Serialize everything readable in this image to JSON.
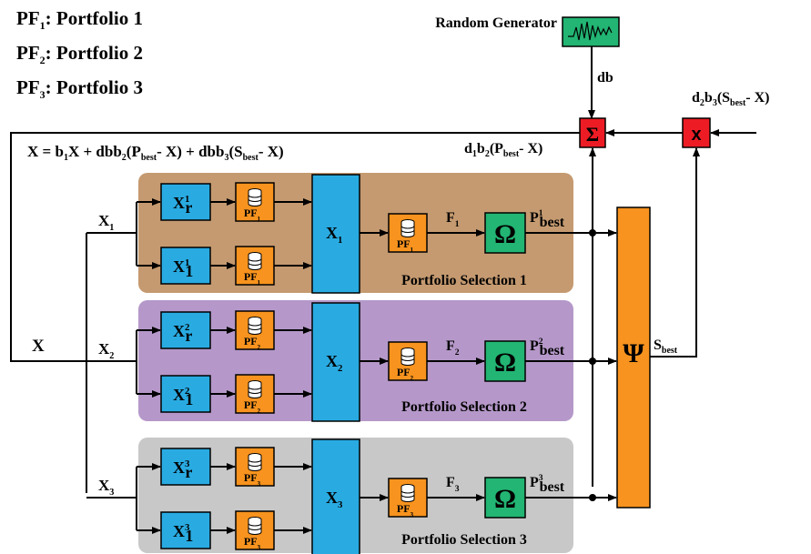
{
  "legend": [
    {
      "sym": "PF",
      "sub": "1",
      "text": ": Portfolio 1"
    },
    {
      "sym": "PF",
      "sub": "2",
      "text": ": Portfolio 2"
    },
    {
      "sym": "PF",
      "sub": "3",
      "text": ": Portfolio 3"
    }
  ],
  "generator": {
    "label": "Random Generator",
    "output": "db"
  },
  "operators": {
    "sum": "Σ",
    "mult": "x",
    "psi": "Ψ",
    "omega": "Ω"
  },
  "update_equation": {
    "lhs": "X = ",
    "b1": "b",
    "b1_sub": "1",
    "x1": "X + db",
    "b2_sub": "2",
    "p_open": "(P",
    "p_sub": "best",
    "p_close": "- X) + db",
    "b3_sub": "3",
    "s_open": "(S",
    "s_sub": "best",
    "s_close": "- X)"
  },
  "d1_term": {
    "d": "d",
    "d_sub": "1",
    "b": "b",
    "b_sub": "2",
    "open": "(P",
    "p_sub": "best",
    "close": "- X)"
  },
  "d2_term": {
    "d": "d",
    "d_sub": "2",
    "b": "b",
    "b_sub": "3",
    "open": "(S",
    "s_sub": "best",
    "close": "- X)"
  },
  "input_label": "X",
  "db_label": "db",
  "psi_output": {
    "main": "S",
    "sub": "best"
  },
  "pf_label": "PF",
  "groups": [
    {
      "title": "Portfolio Selection 1",
      "index": "1",
      "x_label": "X",
      "xr": "X",
      "xr_sup": "1",
      "xr_sub": "r",
      "x1": "X",
      "x1_sup": "1",
      "x1_sub": "1",
      "f": "F",
      "p": "P",
      "p_sup": "1",
      "p_sub": "best",
      "color": "#c59a70"
    },
    {
      "title": "Portfolio Selection 2",
      "index": "2",
      "x_label": "X",
      "xr": "X",
      "xr_sup": "2",
      "xr_sub": "r",
      "x1": "X",
      "x1_sup": "2",
      "x1_sub": "1",
      "f": "F",
      "p": "P",
      "p_sup": "2",
      "p_sub": "best",
      "color": "#b598c9"
    },
    {
      "title": "Portfolio Selection 3",
      "index": "3",
      "x_label": "X",
      "xr": "X",
      "xr_sup": "3",
      "xr_sub": "r",
      "x1": "X",
      "x1_sup": "3",
      "x1_sub": "1",
      "f": "F",
      "p": "P",
      "p_sup": "3",
      "p_sub": "best",
      "color": "#c8c8c8"
    }
  ],
  "colors": {
    "blue": "#29abe2",
    "orange": "#f7931e",
    "green": "#22b573",
    "red": "#ed1c24"
  }
}
